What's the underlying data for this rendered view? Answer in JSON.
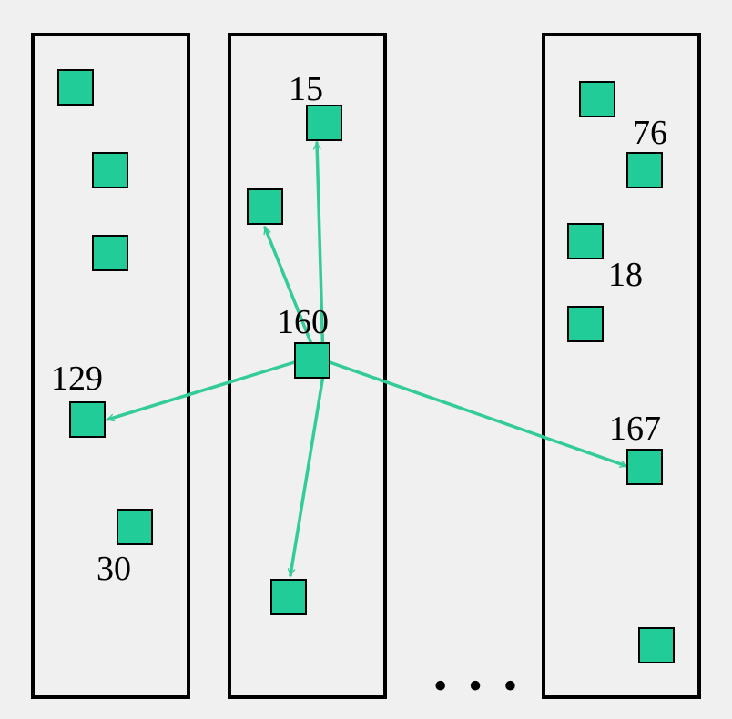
{
  "colors": {
    "background": "#f0f0f0",
    "node_fill": "#22cc99",
    "node_stroke": "#000000",
    "arrow": "#33cc99",
    "column_stroke": "#000000"
  },
  "labels": {
    "n15": "15",
    "n76": "76",
    "n18": "18",
    "n160": "160",
    "n129": "129",
    "n167": "167",
    "n30": "30",
    "ellipsis": "• • •"
  }
}
